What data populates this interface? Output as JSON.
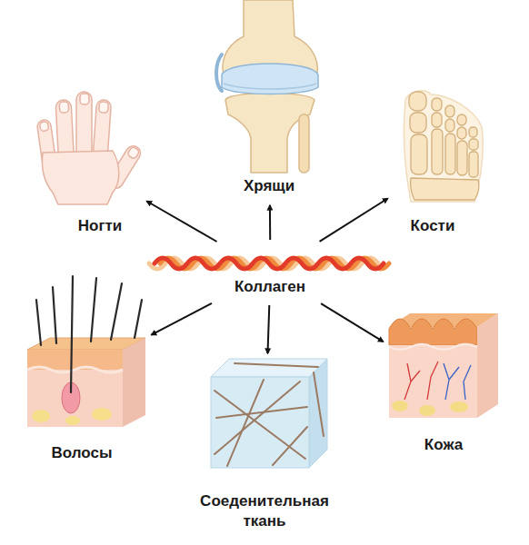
{
  "diagram": {
    "nodes": [
      {
        "text": [
          "Хрящи"
        ]
      },
      {
        "text": [
          "Ногти"
        ]
      },
      {
        "text": [
          "Кости"
        ]
      },
      {
        "text": [
          "Коллаген"
        ]
      },
      {
        "text": [
          "Волосы"
        ]
      },
      {
        "text": [
          "Кожа"
        ]
      },
      {
        "text": [
          "Соеденительная ткань"
        ]
      }
    ],
    "edges": [
      {
        "from": 3,
        "to": 0,
        "arrow": "to"
      },
      {
        "from": 3,
        "to": 1,
        "arrow": "to"
      },
      {
        "from": 3,
        "to": 2,
        "arrow": "to"
      },
      {
        "from": 3,
        "to": 4,
        "arrow": "to"
      },
      {
        "from": 3,
        "to": 5,
        "arrow": "to"
      },
      {
        "from": 3,
        "to": 6,
        "arrow": "to"
      }
    ]
  }
}
